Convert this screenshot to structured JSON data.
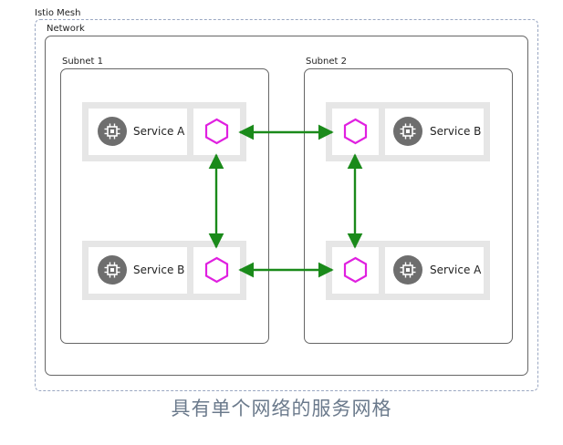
{
  "mesh": {
    "label": "Istio Mesh"
  },
  "network": {
    "label": "Network"
  },
  "subnets": [
    {
      "label": "Subnet 1"
    },
    {
      "label": "Subnet 2"
    }
  ],
  "pods": {
    "subnet1_top": {
      "service": "Service A"
    },
    "subnet1_bottom": {
      "service": "Service B"
    },
    "subnet2_top": {
      "service": "Service B"
    },
    "subnet2_bottom": {
      "service": "Service A"
    }
  },
  "caption": "具有单个网络的服务网格",
  "colors": {
    "proxy": "#e020e0",
    "arrow": "#1a8a1a",
    "chip": "#6e6e6e",
    "pod": "#e6e6e6"
  }
}
